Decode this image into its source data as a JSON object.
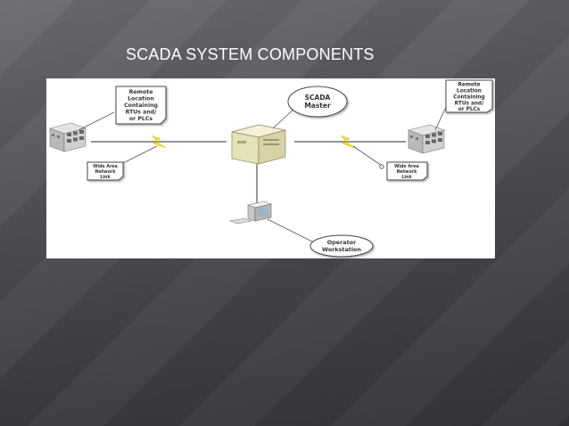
{
  "slide": {
    "title": "SCADA SYSTEM COMPONENTS"
  },
  "diagram": {
    "remote_left": {
      "lines": [
        "Remote",
        "Location",
        "Containing",
        "RTUs and/",
        "or PLCs"
      ]
    },
    "remote_right": {
      "lines": [
        "Remote",
        "Location",
        "Containing",
        "RTUs and/",
        "or PLCs"
      ]
    },
    "scada_master": {
      "lines": [
        "SCADA",
        "Master"
      ]
    },
    "wan_left": {
      "lines": [
        "Wide Area",
        "Network",
        "Link"
      ]
    },
    "wan_right": {
      "lines": [
        "Wide Area",
        "Network",
        "Link"
      ]
    },
    "operator": {
      "lines": [
        "Operator",
        "Workstation"
      ]
    }
  },
  "colors": {
    "link_line": "#555555",
    "lightning": "#f2e600",
    "device_body": "#e8e6c8",
    "rtu_body": "#c8c8c8"
  }
}
